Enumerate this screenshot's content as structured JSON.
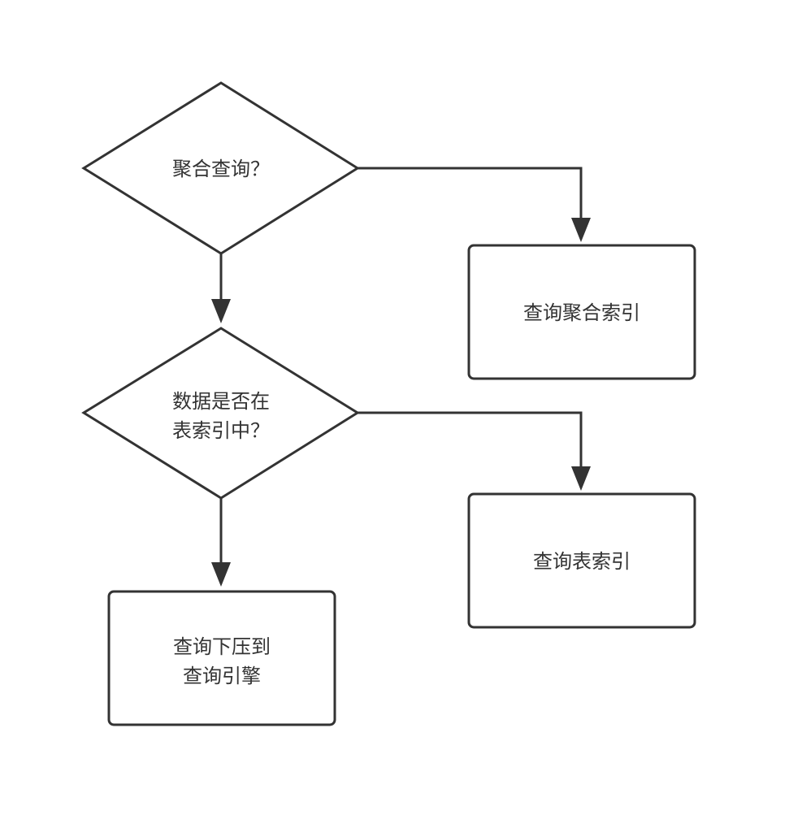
{
  "diagram": {
    "colors": {
      "stroke": "#333333",
      "fill": "#ffffff",
      "text": "#333333",
      "background": "#ffffff"
    },
    "nodes": {
      "decision_aggregate": {
        "shape": "diamond",
        "line1": "聚合查询？"
      },
      "decision_table_index": {
        "shape": "diamond",
        "line1": "数据是否在",
        "line2": "表索引中？"
      },
      "process_aggregate_index": {
        "shape": "rectangle",
        "line1": "查询聚合索引"
      },
      "process_table_index": {
        "shape": "rectangle",
        "line1": "查询表索引"
      },
      "process_pushdown": {
        "shape": "rectangle",
        "line1": "查询下压到",
        "line2": "查询引擎"
      }
    },
    "edges": [
      {
        "from": "decision_aggregate",
        "to": "process_aggregate_index"
      },
      {
        "from": "decision_aggregate",
        "to": "decision_table_index"
      },
      {
        "from": "decision_table_index",
        "to": "process_table_index"
      },
      {
        "from": "decision_table_index",
        "to": "process_pushdown"
      }
    ]
  }
}
